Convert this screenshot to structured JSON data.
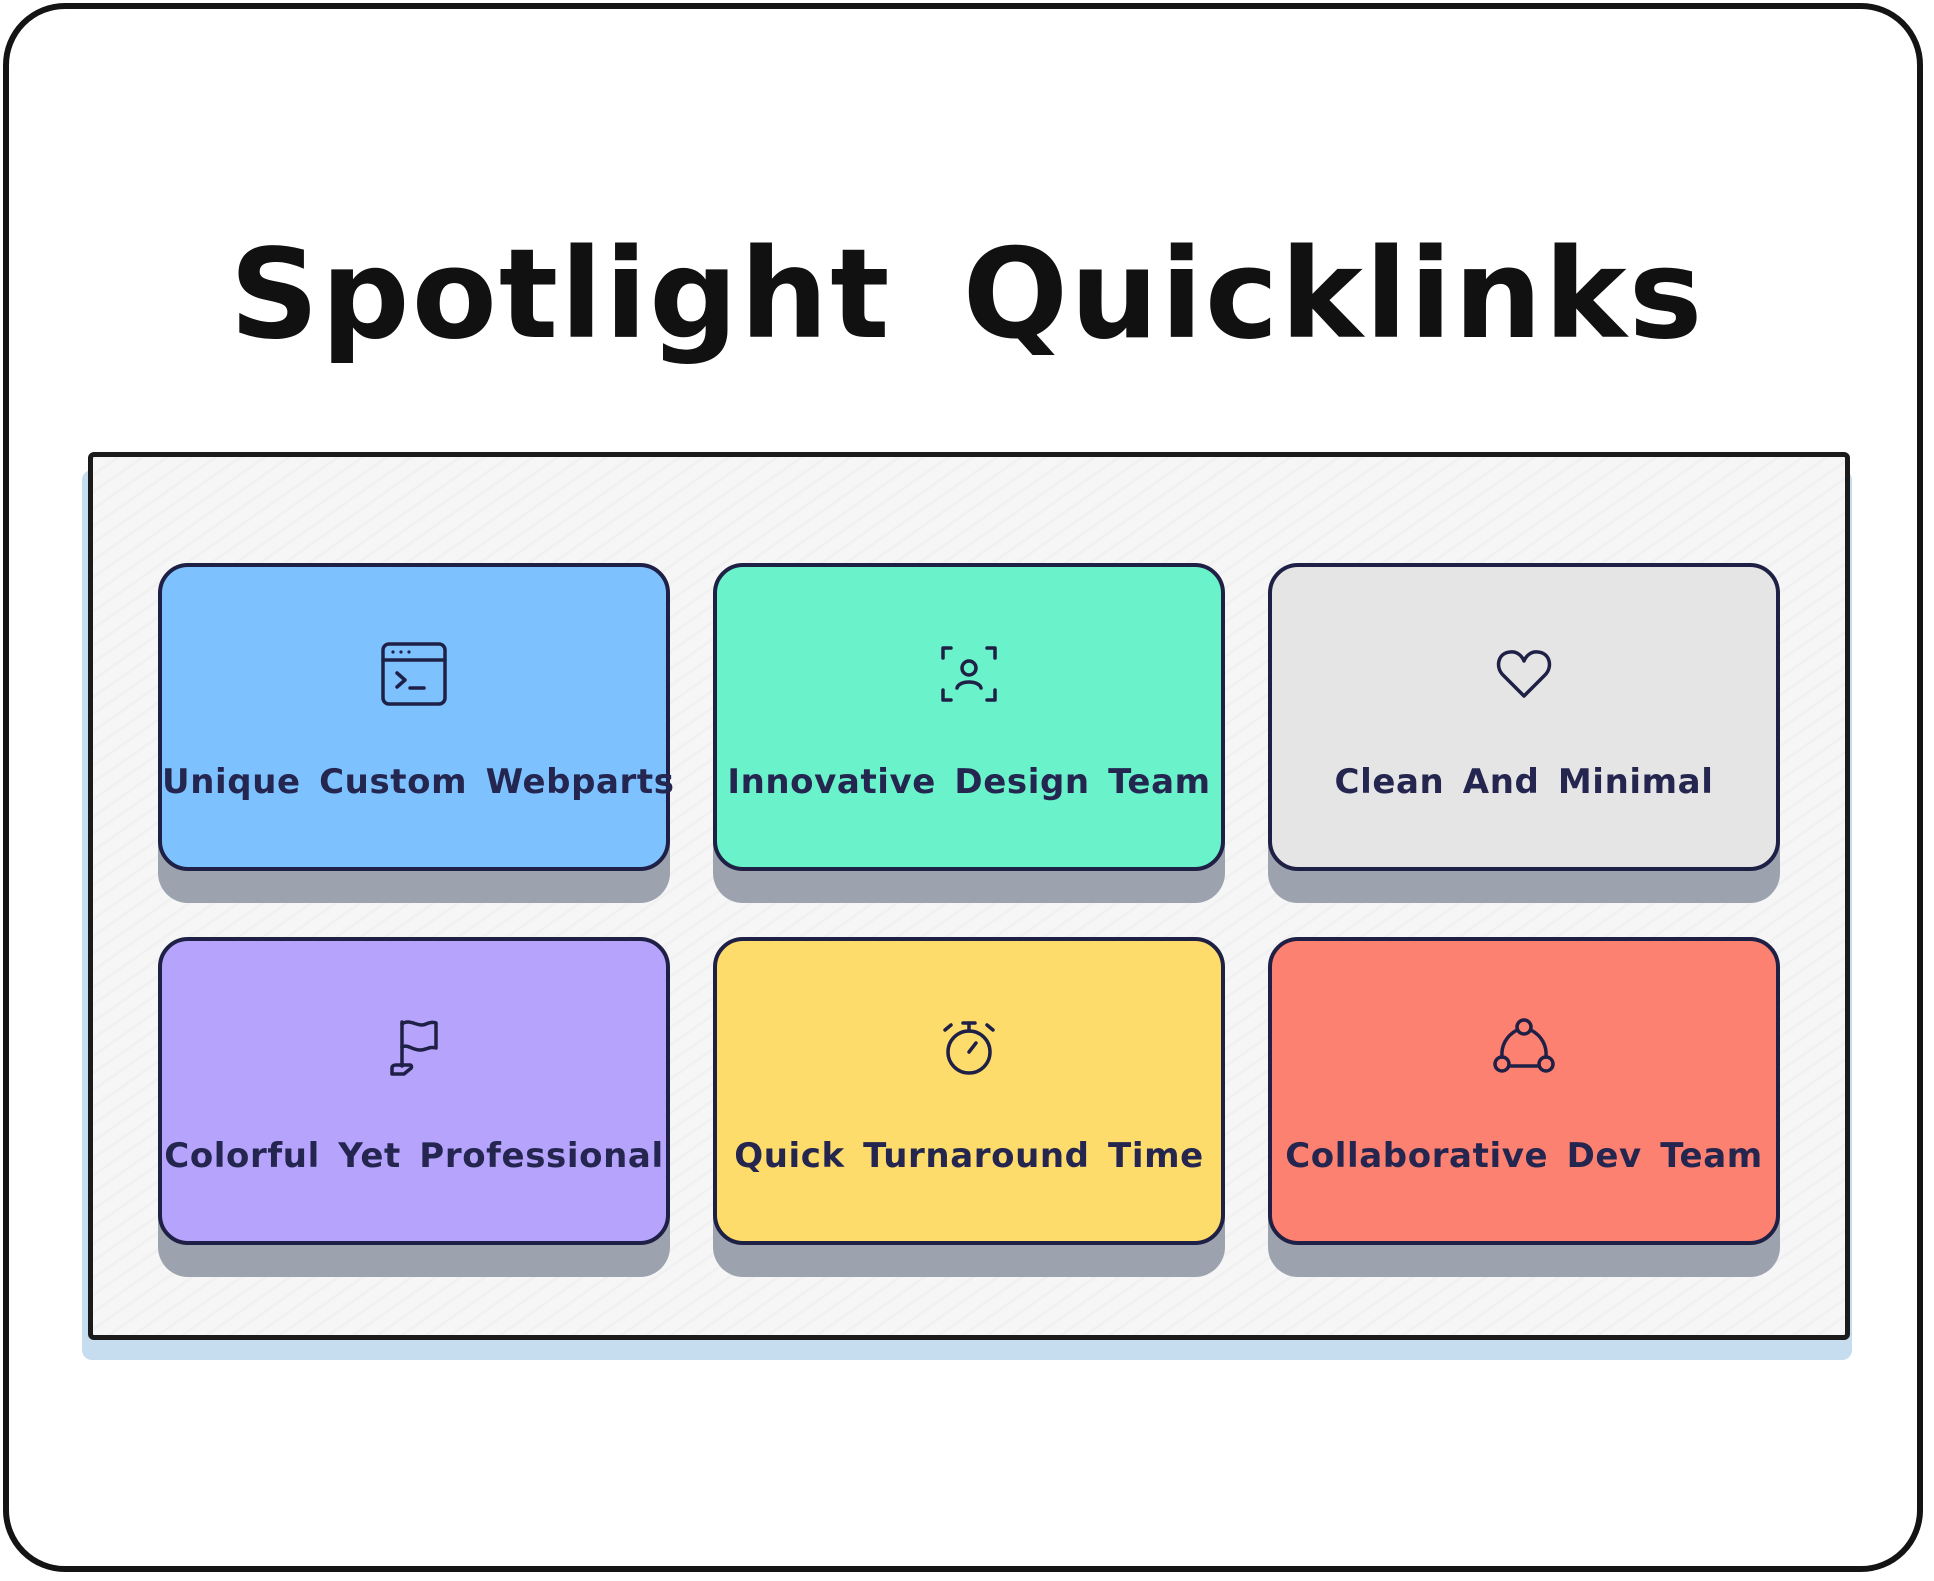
{
  "page": {
    "title": "Spotlight Quicklinks"
  },
  "colors": {
    "frame_border": "#141414",
    "panel_bg": "#f6f6f6",
    "panel_shadow": "#c6dcef",
    "card_border": "#1f2046",
    "card_shadow": "#9ca3af",
    "label_text": "#24264f"
  },
  "quicklinks": [
    {
      "label": "Unique Custom Webparts",
      "icon": "terminal-window-icon",
      "color": "#7dc2ff"
    },
    {
      "label": "Innovative Design Team",
      "icon": "user-focus-icon",
      "color": "#6af2cb"
    },
    {
      "label": "Clean And Minimal",
      "icon": "heart-icon",
      "color": "#e5e5e5"
    },
    {
      "label": "Colorful Yet Professional",
      "icon": "flag-icon",
      "color": "#b6a3fc"
    },
    {
      "label": "Quick Turnaround Time",
      "icon": "stopwatch-icon",
      "color": "#fddc6b"
    },
    {
      "label": "Collaborative Dev Team",
      "icon": "network-nodes-icon",
      "color": "#fd8170"
    }
  ]
}
